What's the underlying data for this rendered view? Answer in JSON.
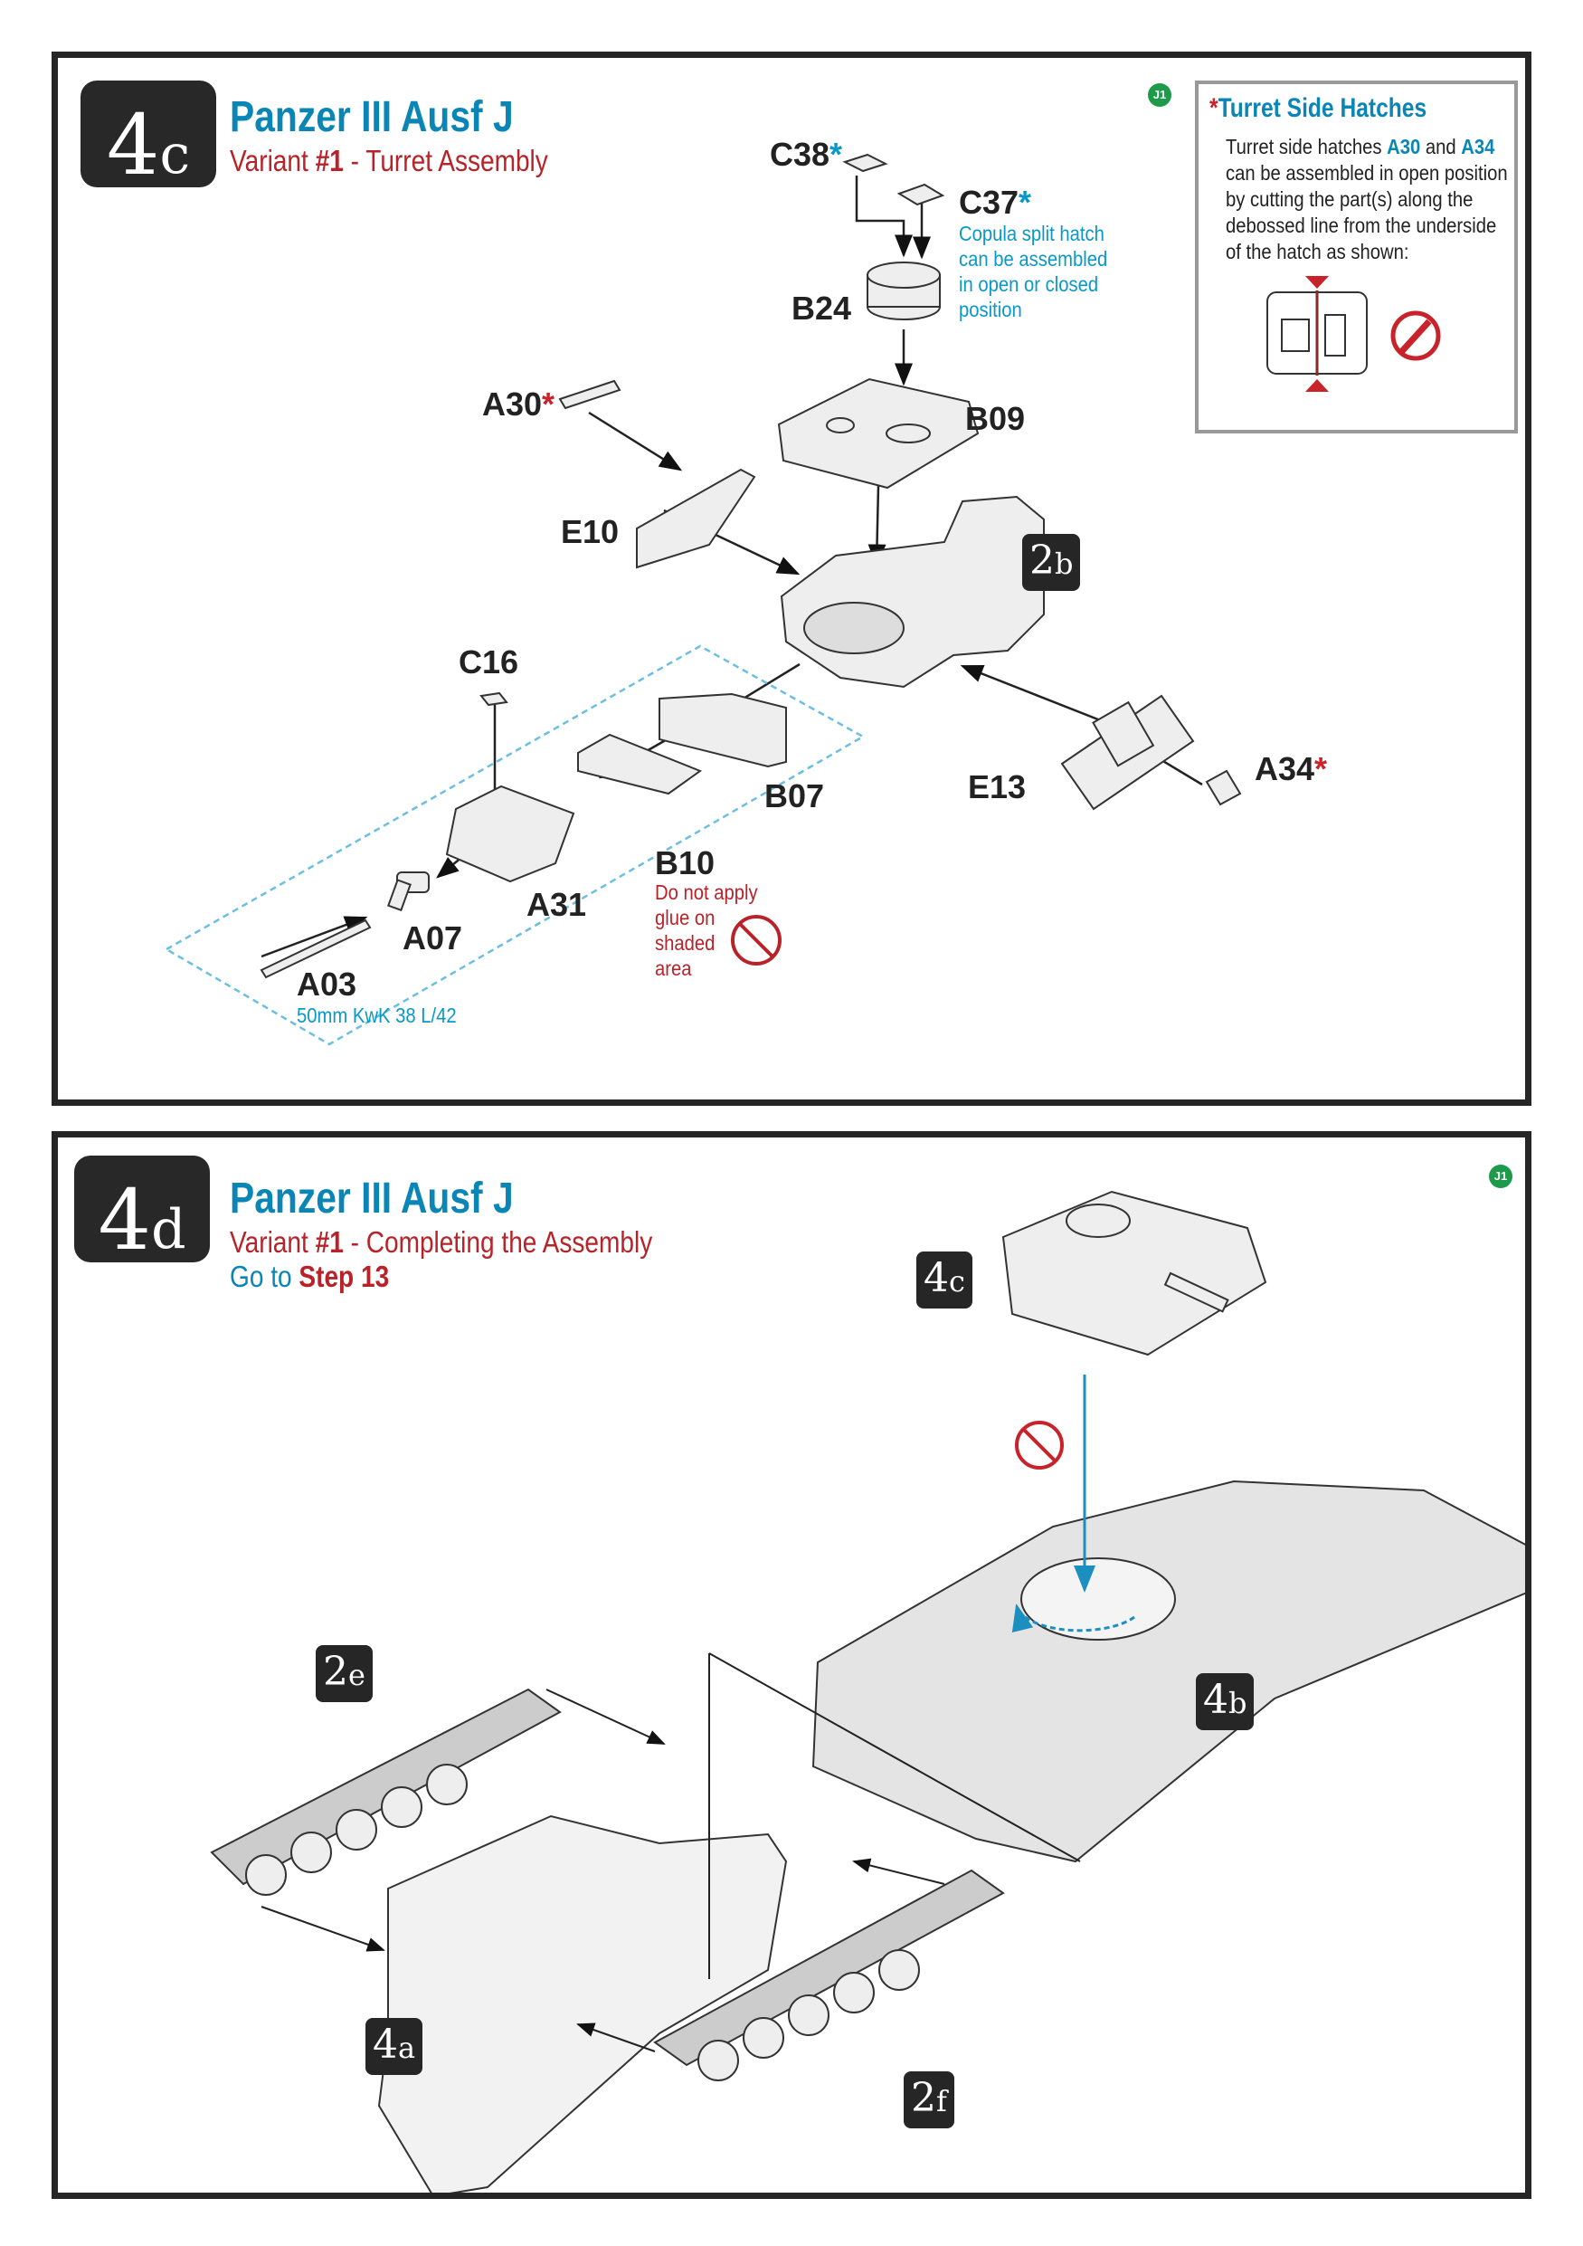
{
  "step_4c": {
    "badge_number": "4",
    "badge_letter": "c",
    "title": "Panzer III Ausf J",
    "subtitle_prefix": "Variant ",
    "subtitle_variant": "#1",
    "subtitle_suffix": " - Turret Assembly",
    "sprue_marker": "J1",
    "parts": {
      "c38": "C38",
      "c37": "C37",
      "b24": "B24",
      "b09": "B09",
      "a30": "A30",
      "e10": "E10",
      "c16": "C16",
      "b07": "B07",
      "e13": "E13",
      "a34": "A34",
      "b10": "B10",
      "a31": "A31",
      "a07": "A07",
      "a03": "A03"
    },
    "asterisk": "*",
    "c37_note": [
      "Copula split hatch",
      "can be assembled",
      "in open or closed",
      "position"
    ],
    "b10_note": [
      "Do not apply",
      "glue on",
      "shaded",
      "area"
    ],
    "a03_note": "50mm KwK 38 L/42",
    "subassembly_ref": {
      "number": "2",
      "letter": "b"
    },
    "info_box": {
      "title": "Turret Side Hatches",
      "line1_prefix": "Turret side hatches ",
      "part1": "A30",
      "line1_mid": " and ",
      "part2": "A34",
      "lines": [
        "can be assembled in open position",
        "by cutting the part(s) along the",
        "debossed line from the underside",
        "of the hatch as shown:"
      ]
    }
  },
  "step_4d": {
    "badge_number": "4",
    "badge_letter": "d",
    "title": "Panzer III Ausf J",
    "subtitle_prefix": "Variant ",
    "subtitle_variant": "#1",
    "subtitle_suffix": " - Completing the Assembly",
    "goto_prefix": "Go to ",
    "goto_step": "Step 13",
    "sprue_marker": "J1",
    "refs": {
      "r4c": {
        "number": "4",
        "letter": "c"
      },
      "r4b": {
        "number": "4",
        "letter": "b"
      },
      "r2e": {
        "number": "2",
        "letter": "e"
      },
      "r4a": {
        "number": "4",
        "letter": "a"
      },
      "r2f": {
        "number": "2",
        "letter": "f"
      }
    }
  },
  "colors": {
    "accent_blue": "#0a86b6",
    "accent_red": "#b8232a",
    "frame": "#262626",
    "sprue_green": "#1d9a4a"
  }
}
